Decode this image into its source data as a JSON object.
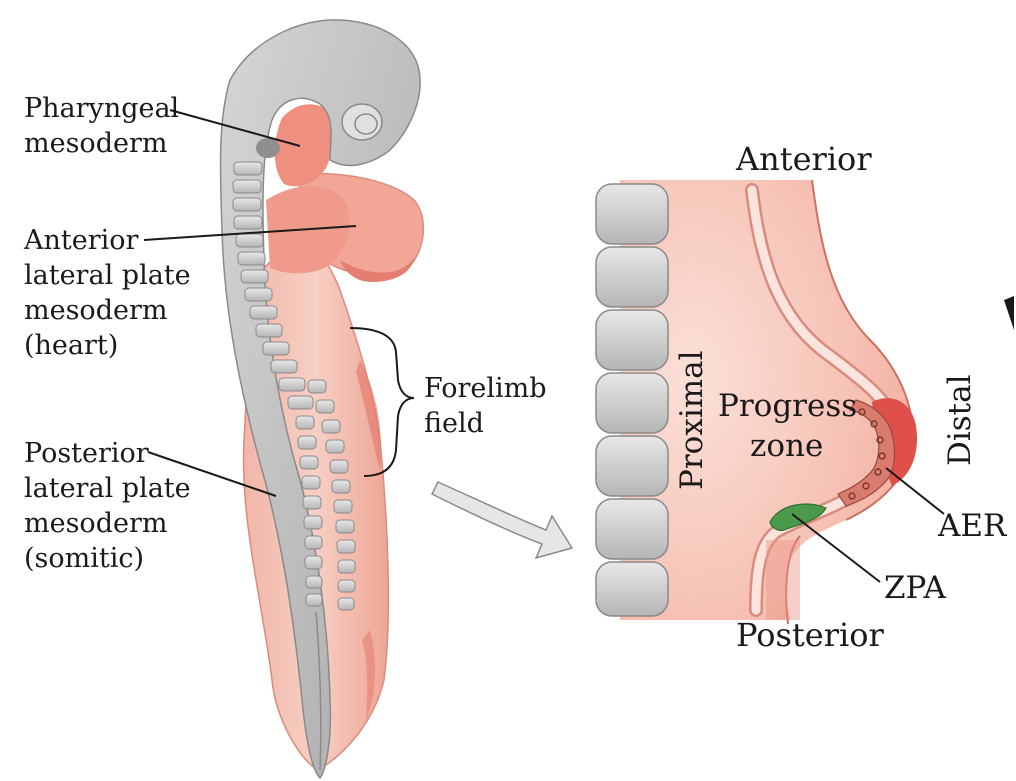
{
  "labels": {
    "pharyngeal_1": "Pharyngeal",
    "pharyngeal_2": "mesoderm",
    "anterior_lpm_1": "Anterior",
    "anterior_lpm_2": "lateral plate",
    "anterior_lpm_3": "mesoderm",
    "anterior_lpm_4": "(heart)",
    "posterior_lpm_1": "Posterior",
    "posterior_lpm_2": "lateral plate",
    "posterior_lpm_3": "mesoderm",
    "posterior_lpm_4": "(somitic)",
    "forelimb_1": "Forelimb",
    "forelimb_2": "field",
    "anterior": "Anterior",
    "posterior": "Posterior",
    "proximal": "Proximal",
    "distal": "Distal",
    "progress_1": "Progress",
    "progress_2": "zone",
    "aer": "AER",
    "zpa": "ZPA"
  },
  "colors": {
    "embryo_gray": "#c9c9c9",
    "embryo_dark": "#9a9a9a",
    "mesoderm_light": "#f5c5b8",
    "mesoderm_mid": "#ef9d8e",
    "mesoderm_deep": "#e8766a",
    "aer_red": "#e0504a",
    "zpa_green": "#4a9a4a",
    "somite_gray": "#bdbdbd",
    "line": "#1a1a1a"
  }
}
